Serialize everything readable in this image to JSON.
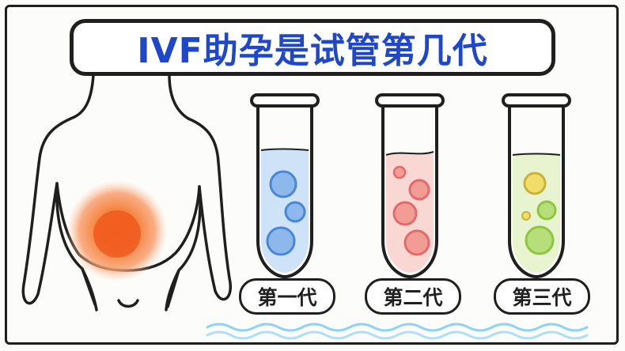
{
  "title": "IVF助孕是试管第几代",
  "tubes": [
    {
      "label": "第一代",
      "liquid_color": "#cfe3f8",
      "cell_color": "#4a86d8"
    },
    {
      "label": "第二代",
      "liquid_color": "#f9d8d4",
      "cell_color": "#e36a6a"
    },
    {
      "label": "第三代",
      "liquid_color": "#e8f3cf",
      "cell_color": "#8dc63f"
    }
  ],
  "colors": {
    "title": "#1e47c9",
    "glow": "#f47a2e",
    "wave": "#8fd3f4",
    "outline": "#1f1f1f"
  }
}
